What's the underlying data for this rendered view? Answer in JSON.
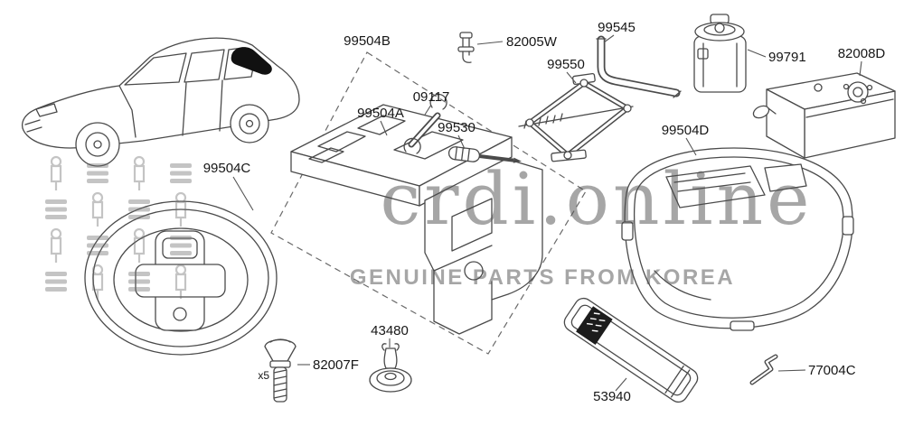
{
  "watermark": {
    "main": "crdi.online",
    "sub": "GENUINE PARTS FROM KOREA"
  },
  "parts": {
    "p99504B": {
      "label": "99504B"
    },
    "p82005W": {
      "label": "82005W"
    },
    "p99545": {
      "label": "99545"
    },
    "p99550": {
      "label": "99550"
    },
    "p99791": {
      "label": "99791"
    },
    "p82008D": {
      "label": "82008D"
    },
    "p09117": {
      "label": "09117"
    },
    "p99504A": {
      "label": "99504A"
    },
    "p99530": {
      "label": "99530"
    },
    "p99504D": {
      "label": "99504D"
    },
    "p99504C": {
      "label": "99504C"
    },
    "p82007F": {
      "label": "82007F",
      "qty": "x5"
    },
    "p43480": {
      "label": "43480"
    },
    "p53940": {
      "label": "53940"
    },
    "p77004C": {
      "label": "77004C"
    }
  }
}
